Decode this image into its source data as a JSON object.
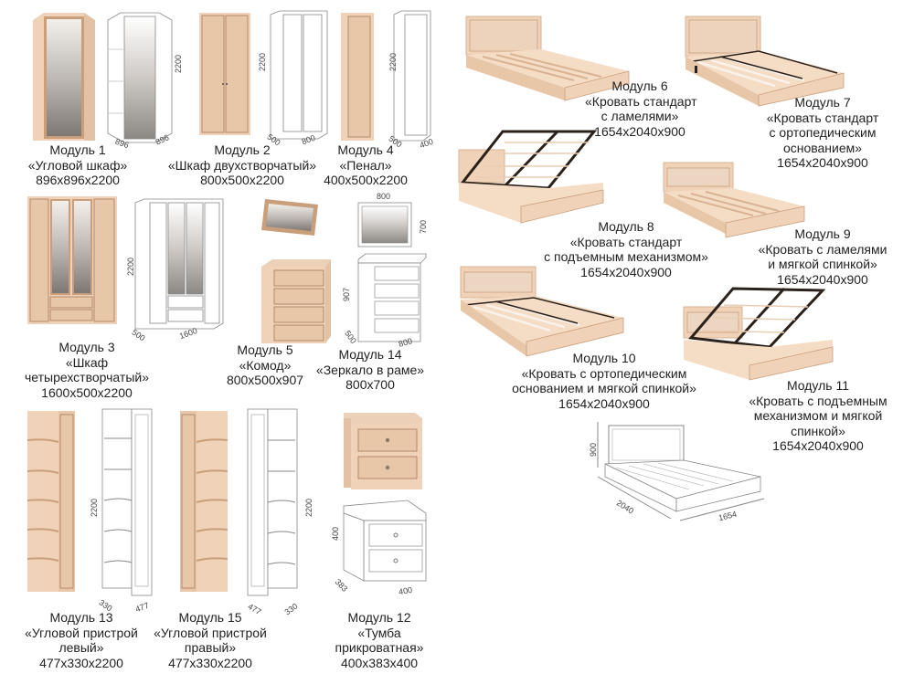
{
  "colors": {
    "wood": "#f0d2b8",
    "wood_dark": "#d9b394",
    "trim": "#b38b68",
    "mirror_light": "#eae4de",
    "mirror_dark": "#8a8581",
    "line": "#777777",
    "metal": "#2b211b"
  },
  "modules": [
    {
      "id": "m1",
      "title": "Модуль 1",
      "name_lines": [
        "«Угловой шкаф»"
      ],
      "size": "896x896x2200",
      "dims": {
        "h": "2200",
        "a": "896",
        "b": "896"
      }
    },
    {
      "id": "m2",
      "title": "Модуль 2",
      "name_lines": [
        "«Шкаф двухстворчатый»"
      ],
      "size": "800x500x2200",
      "dims": {
        "h": "2200",
        "a": "500",
        "b": "800"
      }
    },
    {
      "id": "m4",
      "title": "Модуль 4",
      "name_lines": [
        "«Пенал»"
      ],
      "size": "400x500x2200",
      "dims": {
        "h": "2200",
        "a": "500",
        "b": "400"
      }
    },
    {
      "id": "m3",
      "title": "Модуль 3",
      "name_lines": [
        "«Шкаф",
        "четырехстворчатый»"
      ],
      "size": "1600x500x2200",
      "dims": {
        "h": "2200",
        "a": "500",
        "b": "1600"
      }
    },
    {
      "id": "m5",
      "title": "Модуль 5",
      "name_lines": [
        "«Комод»"
      ],
      "size": "800x500x907",
      "dims": {}
    },
    {
      "id": "m14",
      "title": "Модуль 14",
      "name_lines": [
        "«Зеркало в раме»"
      ],
      "size": "800x700",
      "dims": {
        "w": "800",
        "h": "700",
        "ch": "907",
        "a": "500",
        "b": "800"
      }
    },
    {
      "id": "m13",
      "title": "Модуль 13",
      "name_lines": [
        "«Угловой пристрой",
        "левый»"
      ],
      "size": "477x330x2200",
      "dims": {
        "h": "2200",
        "a": "330",
        "b": "477"
      }
    },
    {
      "id": "m15",
      "title": "Модуль 15",
      "name_lines": [
        "«Угловой пристрой",
        "правый»"
      ],
      "size": "477x330x2200",
      "dims": {
        "h": "2200",
        "a": "477",
        "b": "330"
      }
    },
    {
      "id": "m12",
      "title": "Модуль 12",
      "name_lines": [
        "«Тумба",
        "прикроватная»"
      ],
      "size": "400x383x400",
      "dims": {
        "h": "400",
        "a": "383",
        "b": "400"
      }
    },
    {
      "id": "m6",
      "title": "Модуль 6",
      "name_lines": [
        "«Кровать стандарт",
        "с ламелями»"
      ],
      "size": "1654x2040x900"
    },
    {
      "id": "m7",
      "title": "Модуль 7",
      "name_lines": [
        "«Кровать стандарт",
        "с ортопедическим",
        "основанием»"
      ],
      "size": "1654x2040x900"
    },
    {
      "id": "m8",
      "title": "Модуль 8",
      "name_lines": [
        "«Кровать стандарт",
        "с подъемным механизмом»"
      ],
      "size": "1654x2040x900"
    },
    {
      "id": "m9",
      "title": "Модуль 9",
      "name_lines": [
        "«Кровать с ламелями",
        "и мягкой спинкой»"
      ],
      "size": "1654x2040x900"
    },
    {
      "id": "m10",
      "title": "Модуль 10",
      "name_lines": [
        "«Кровать с ортопедическим",
        "основанием и мягкой спинкой»"
      ],
      "size": "1654x2040x900"
    },
    {
      "id": "m11",
      "title": "Модуль 11",
      "name_lines": [
        "«Кровать с подъемным",
        "механизмом и мягкой",
        "спинкой»"
      ],
      "size": "1654x2040x900"
    }
  ],
  "bed_drawing": {
    "h": "900",
    "d": "2040",
    "w": "1654"
  }
}
